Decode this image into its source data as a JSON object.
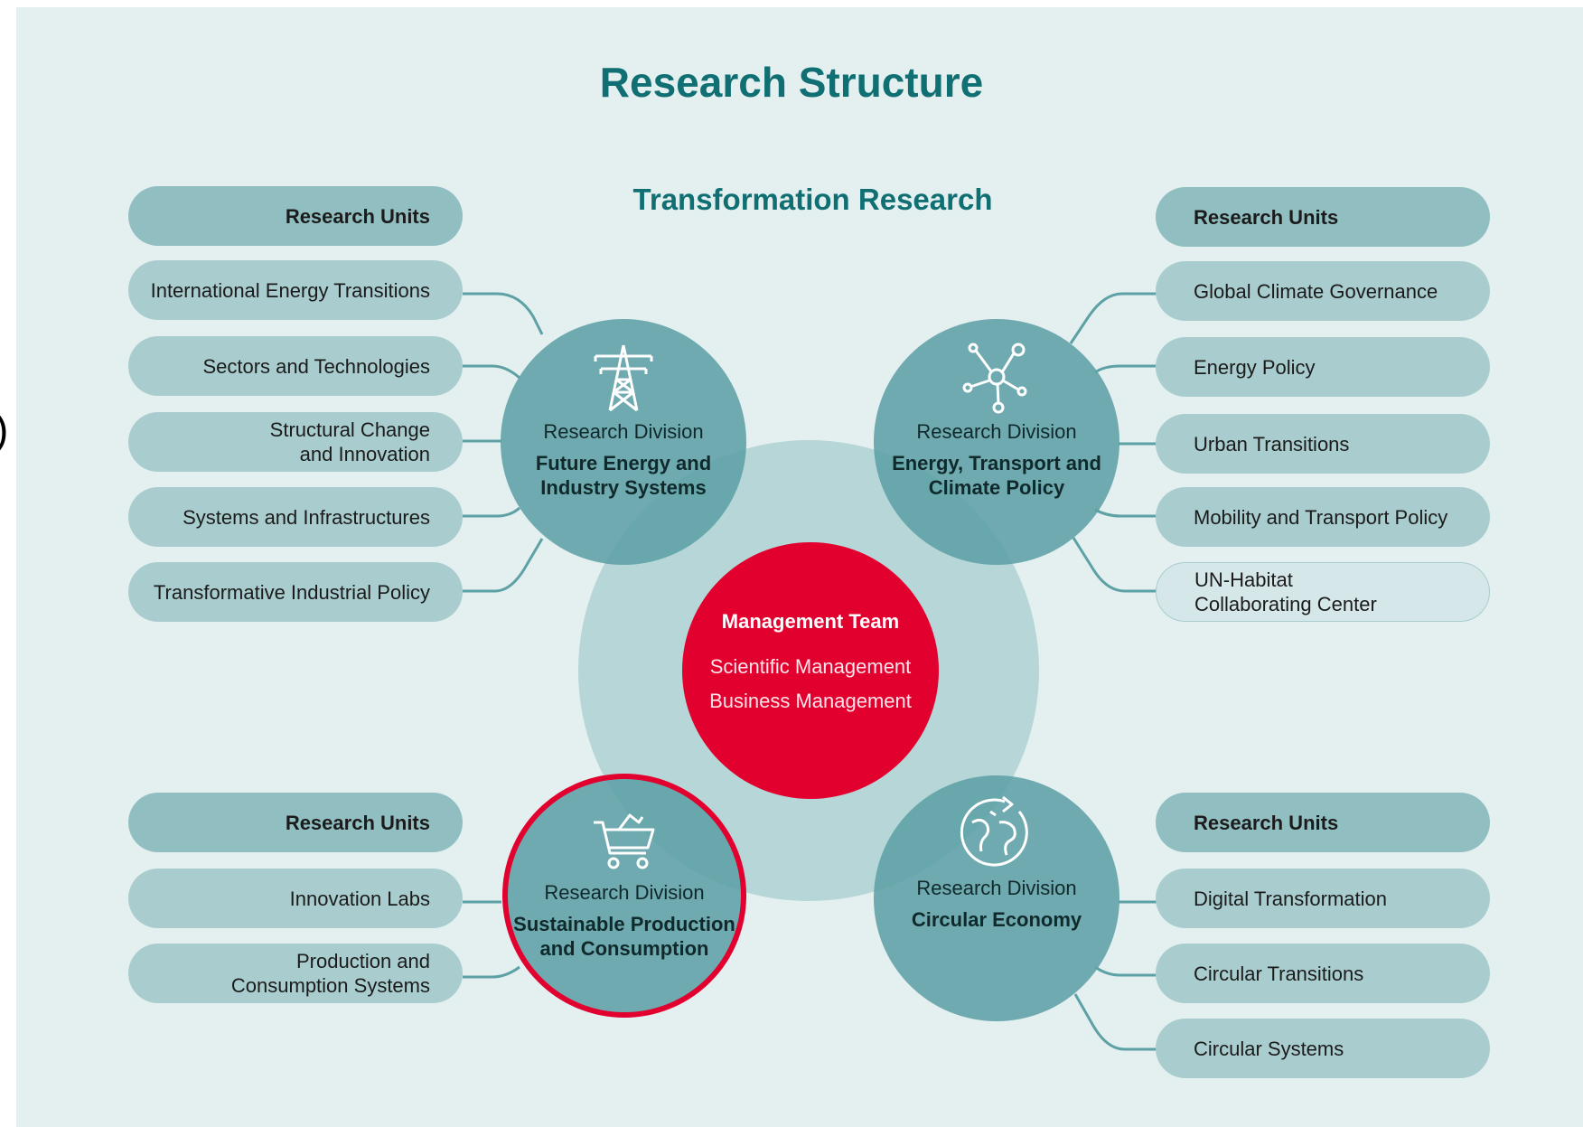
{
  "title": "Research Structure",
  "subtitle": "Transformation Research",
  "edge_glyph": ")",
  "colors": {
    "title": "#106f72",
    "management": "#e2002f",
    "division": "#5da1a5",
    "unit_pill": "#a9cdce",
    "header_pill": "#91bfc1",
    "connector": "#5da1a5"
  },
  "management": {
    "title": "Management Team",
    "line1": "Scientific Management",
    "line2": "Business Management"
  },
  "divisions": [
    {
      "label": "Research Division",
      "name": "Future Energy and\nIndustry Systems",
      "icon": "power-pylon-icon"
    },
    {
      "label": "Research Division",
      "name": "Energy, Transport and\nClimate Policy",
      "icon": "network-nodes-icon"
    },
    {
      "label": "Research Division",
      "name": "Sustainable Production\nand Consumption",
      "icon": "shopping-cart-icon"
    },
    {
      "label": "Research Division",
      "name": "Circular Economy",
      "icon": "globe-recycle-icon"
    }
  ],
  "units": {
    "top_left": {
      "header": "Research Units",
      "items": [
        "International Energy Transitions",
        "Sectors and Technologies",
        "Structural Change\nand Innovation",
        "Systems and Infrastructures",
        "Transformative Industrial Policy"
      ]
    },
    "top_right": {
      "header": "Research Units",
      "items": [
        "Global Climate Governance",
        "Energy Policy",
        "Urban Transitions",
        "Mobility and Transport Policy",
        "UN-Habitat\nCollaborating Center"
      ]
    },
    "bottom_left": {
      "header": "Research Units",
      "items": [
        "Innovation Labs",
        "Production and\nConsumption Systems"
      ]
    },
    "bottom_right": {
      "header": "Research Units",
      "items": [
        "Digital Transformation",
        "Circular Transitions",
        "Circular Systems"
      ]
    }
  }
}
